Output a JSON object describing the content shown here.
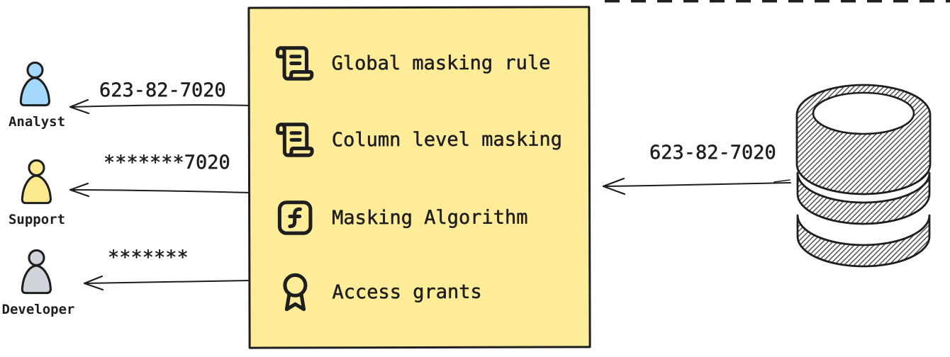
{
  "colors": {
    "ink": "#1e1e1e",
    "box_background": "#ffec99",
    "canvas_background": "#ffffff",
    "analyst_fill": "#a5d8ff",
    "support_fill": "#fce88d",
    "developer_fill": "#ced4da"
  },
  "database": {
    "icon": "database-cylinder-icon",
    "output_value": "623-82-7020"
  },
  "masking_box": {
    "items": [
      {
        "icon": "scroll-text-icon",
        "label": "Global masking rule"
      },
      {
        "icon": "scroll-text-icon",
        "label": "Column level masking"
      },
      {
        "icon": "function-square-icon",
        "label": "Masking Algorithm"
      },
      {
        "icon": "award-ribbon-icon",
        "label": "Access grants"
      }
    ]
  },
  "users": [
    {
      "name": "Analyst",
      "received_value": "623-82-7020",
      "color": "#a5d8ff"
    },
    {
      "name": "Support",
      "received_value": "*******7020",
      "color": "#fce88d"
    },
    {
      "name": "Developer",
      "received_value": "*******",
      "color": "#ced4da"
    }
  ]
}
